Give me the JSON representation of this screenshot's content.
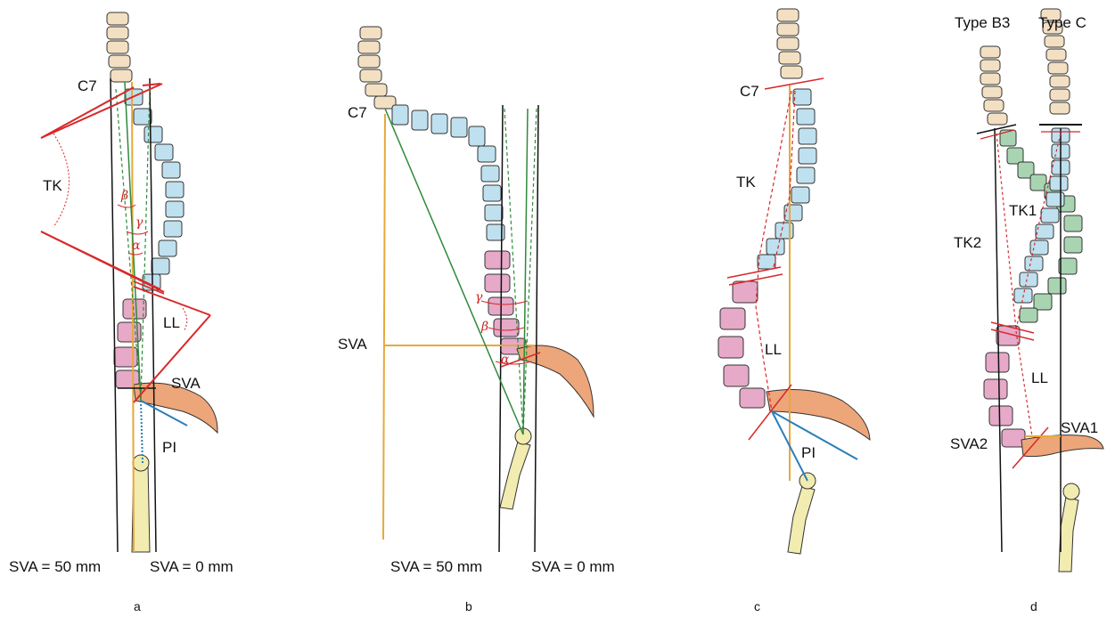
{
  "figure": {
    "colors": {
      "cervical": "#f3dfc2",
      "thoracic": "#bfe0ef",
      "lumbar": "#e6a9c8",
      "thoracic_green": "#a9d4b2",
      "sacrum": "#eda57a",
      "femur": "#f2ecb0",
      "red_line": "#d8282a",
      "green_line": "#2f8a3a",
      "orange_line": "#e6a93a",
      "blue_line": "#2a7fb8",
      "black_line": "#111111"
    },
    "panels": [
      {
        "letter": "a",
        "labels": {
          "c7": "C7",
          "tk": "TK",
          "ll": "LL",
          "sva": "SVA",
          "pi": "PI",
          "beta": "β",
          "gamma": "γ",
          "alpha": "α",
          "sva50": "SVA = 50 mm",
          "sva0": "SVA = 0 mm"
        }
      },
      {
        "letter": "b",
        "labels": {
          "c7": "C7",
          "sva": "SVA",
          "gamma": "γ",
          "beta": "β",
          "alpha": "α",
          "sva50": "SVA = 50 mm",
          "sva0": "SVA = 0 mm"
        }
      },
      {
        "letter": "c",
        "labels": {
          "c7": "C7",
          "tk": "TK",
          "ll": "LL",
          "pi": "PI"
        }
      },
      {
        "letter": "d",
        "labels": {
          "type_b3": "Type B3",
          "type_c": "Type C",
          "tk1": "TK1",
          "tk2": "TK2",
          "ll": "LL",
          "sva1": "SVA1",
          "sva2": "SVA2"
        }
      }
    ]
  }
}
